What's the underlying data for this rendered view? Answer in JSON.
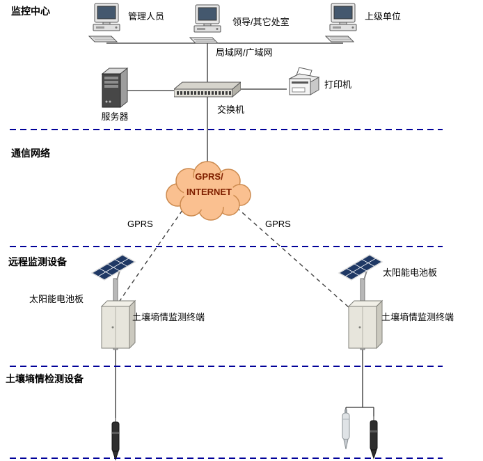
{
  "sections": {
    "monitoring_center": "监控中心",
    "communication_network": "通信网络",
    "remote_monitoring": "远程监测设备",
    "soil_detection": "土壤墒情检测设备"
  },
  "monitoring_center": {
    "computers": [
      {
        "label": "管理人员"
      },
      {
        "label": "领导/其它处室"
      },
      {
        "label": "上级单位"
      }
    ],
    "lan_label": "局域网/广域网",
    "server_label": "服务器",
    "switch_label": "交换机",
    "printer_label": "打印机"
  },
  "communication": {
    "cloud": {
      "line1": "GPRS/",
      "line2": "INTERNET"
    },
    "gprs_left": "GPRS",
    "gprs_right": "GPRS"
  },
  "remote": {
    "left": {
      "solar_label": "太阳能电池板",
      "terminal_label": "土壤墒情监测终端"
    },
    "right": {
      "solar_label": "太阳能电池板",
      "terminal_label": "土壤墒情监测终端"
    }
  },
  "colors": {
    "separator": "#000099",
    "cloud_fill": "#FAC090",
    "cloud_stroke": "#CC8A4E",
    "cloud_text": "#802000",
    "solar_panel": "#1F3864"
  }
}
